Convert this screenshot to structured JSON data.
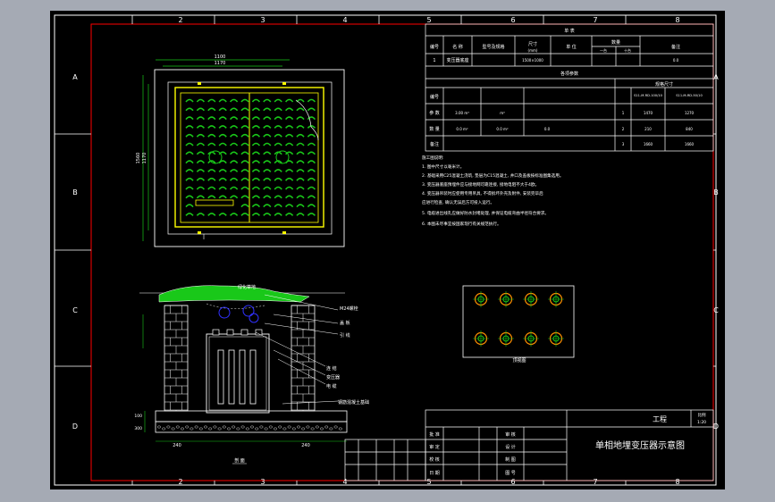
{
  "drawing": {
    "main_title": "单相地埋变压器示意图",
    "project_label": "工程",
    "scale_label": "比例",
    "scale_value": "1:20",
    "col_labels": [
      "2",
      "3",
      "4",
      "5",
      "6",
      "7",
      "8"
    ],
    "row_labels": [
      "A",
      "B",
      "C",
      "D"
    ]
  },
  "material_table": {
    "title": "单 表",
    "headers": [
      "编号",
      "名 称",
      "型号及规格",
      "尺寸",
      "单 位",
      "数量",
      "备注"
    ],
    "sub_headers": [
      "(mm)",
      "一台",
      "十台"
    ],
    "row": [
      "1",
      "变压器底座",
      "",
      "1500×1000",
      "",
      "",
      "",
      "",
      "0.0"
    ]
  },
  "param_table": {
    "title": "各项参数",
    "labels": [
      "编号",
      "参 数",
      "数 量",
      "备注"
    ],
    "values": [
      "3.00 m³",
      "m³",
      "0.0 m²",
      "0.0 m²",
      "0.0"
    ],
    "right_header": "规格尺寸",
    "right_cols": [
      "S11-M-RD-100/10",
      "S11-M-RD-50/10"
    ],
    "right_rows": [
      [
        "1",
        "1470",
        "1270"
      ],
      [
        "2",
        "210",
        "840"
      ],
      [
        "3",
        "1660",
        "1660"
      ]
    ]
  },
  "notes": {
    "title": "施工图说明:",
    "lines": [
      "1. 图中尺寸以毫米计。",
      "2. 基础采用C25混凝土浇筑, 垫层为C15混凝土, 井口及盖板按标准图集选用。",
      "3. 变压器底座预埋件应与接地网可靠连接, 接地电阻不大于4欧。",
      "4. 变压器吊装时应使用专用吊具, 不得损坏外壳及附件, 安装完毕后",
      "   应进行检查, 确认无误后方可投入运行。",
      "5. 电缆进出线孔应做好防水封堵处理, 并保证电缆弯曲半径符合要求。",
      "6. 本图未尽事宜按国家现行有关规范执行。"
    ]
  },
  "section_labels": {
    "plan_dim_outer": "1100",
    "plan_dim_inner": "1170",
    "plan_dim_side_outer": "1560",
    "plan_dim_side_inner": "1170",
    "grass_label": "绿化草地",
    "callouts": [
      "M24螺栓",
      "盖 板",
      "引 线",
      "连 结",
      "变压器",
      "电 缆",
      "钢筋混凝土基础"
    ],
    "bottom_dims": [
      "240",
      "240"
    ],
    "left_dims": [
      "100",
      "300"
    ],
    "section_caption": "剖 面",
    "top_view_caption": "顶视图"
  },
  "title_block": {
    "rows": [
      [
        "批 准",
        "",
        "审 核",
        ""
      ],
      [
        "审 定",
        "",
        "设 计",
        ""
      ],
      [
        "校 核",
        "",
        "制 图",
        ""
      ],
      [
        "日 期",
        "",
        "图 号",
        ""
      ]
    ]
  },
  "colors": {
    "frame": "#ff0000",
    "yellow": "#ffff00",
    "green": "#19c819",
    "white": "#ffffff",
    "cyan": "#00ffff",
    "blue": "#3030ff",
    "orange": "#ff9000"
  }
}
